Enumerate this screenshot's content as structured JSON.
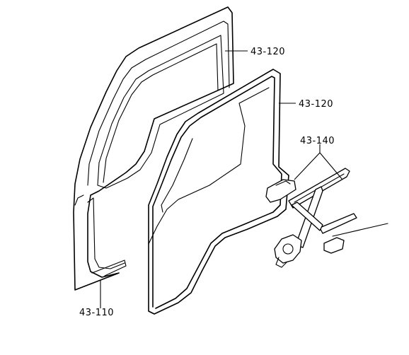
{
  "callouts": {
    "frame_seal": "43-120",
    "door_seal": "43-120",
    "regulator": "43-140",
    "door_shell": "43-110"
  }
}
